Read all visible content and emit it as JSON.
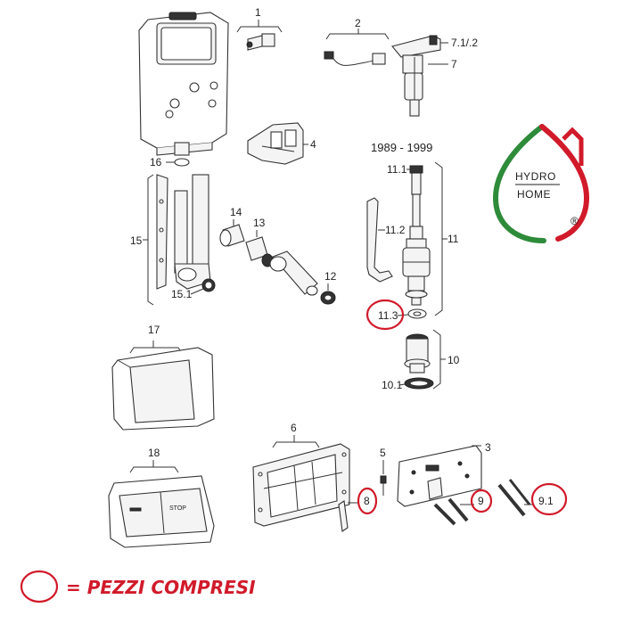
{
  "era_label": "1989 - 1999",
  "callouts": {
    "c1": "1",
    "c2": "2",
    "c3": "3",
    "c4": "4",
    "c5": "5",
    "c6": "6",
    "c7": "7",
    "c7_1_2": "7.1/.2",
    "c8": "8",
    "c9": "9",
    "c9_1": "9.1",
    "c10": "10",
    "c10_1": "10.1",
    "c11": "11",
    "c11_1": "11.1",
    "c11_2": "11.2",
    "c11_3": "11.3",
    "c12": "12",
    "c13": "13",
    "c14": "14",
    "c15": "15",
    "c15_1": "15.1",
    "c16": "16",
    "c17": "17",
    "c18": "18"
  },
  "plate_text": "STOP",
  "logo": {
    "line1": "HYDRO",
    "line2": "HOME",
    "registered": "®"
  },
  "legend": {
    "text": "= PEZZI COMPRESI"
  },
  "colors": {
    "highlight": "#d11a2a",
    "logo_green": "#2e8b3a",
    "logo_red": "#d11a2a"
  }
}
